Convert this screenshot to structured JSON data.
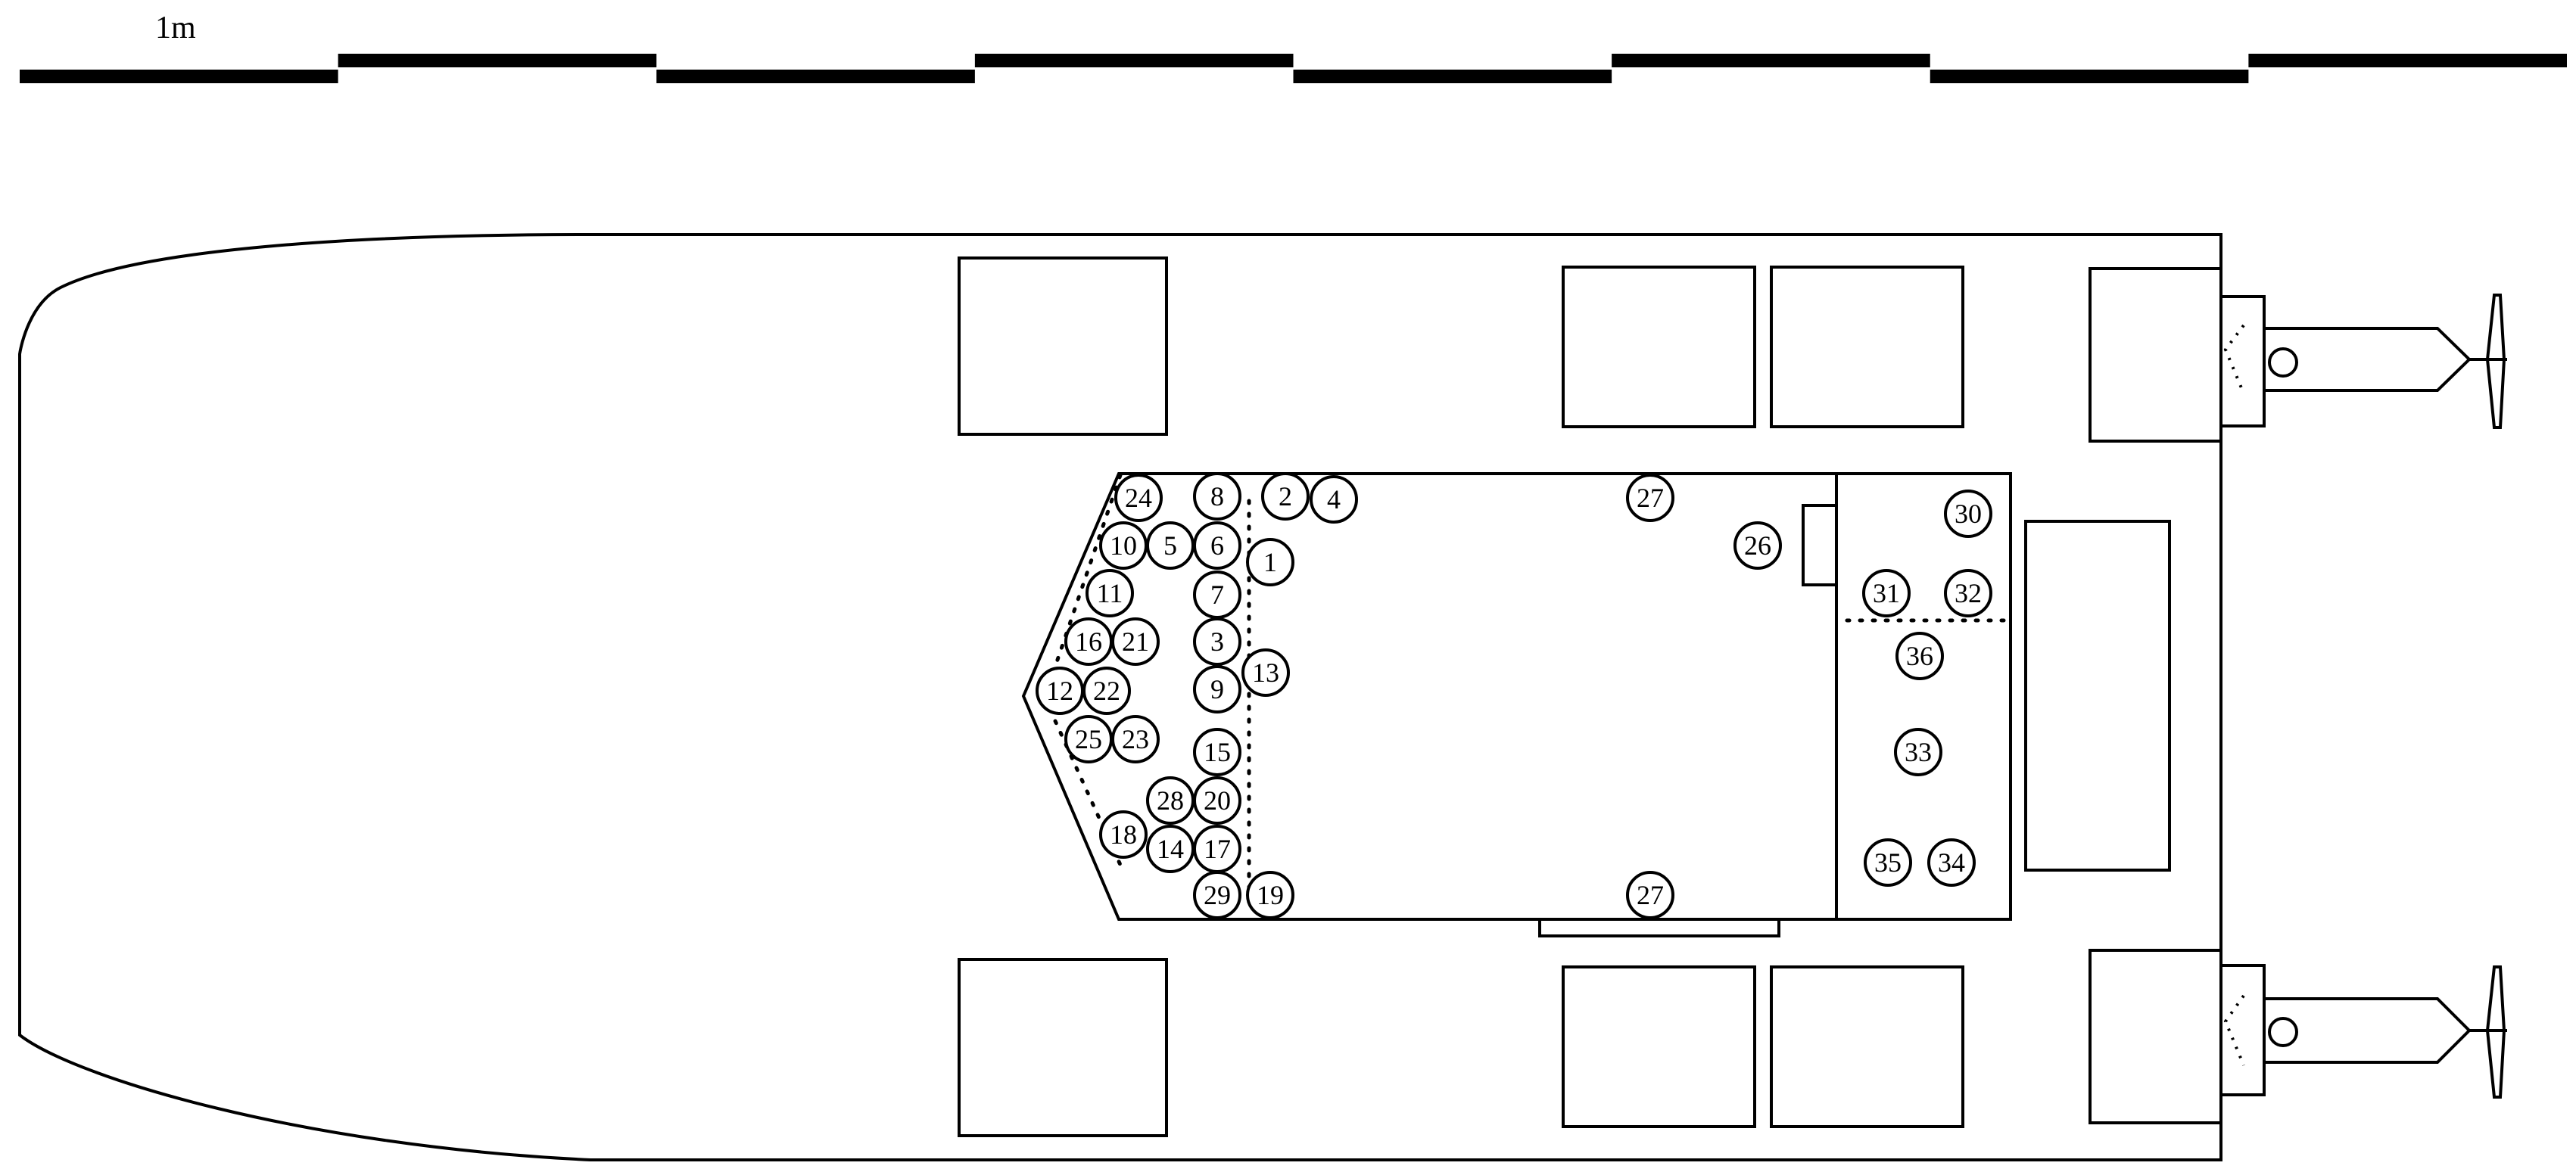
{
  "scale_bar": {
    "label": "1m",
    "segment_count": 8
  },
  "circled_numbers": [
    {
      "id": "24"
    },
    {
      "id": "8"
    },
    {
      "id": "2"
    },
    {
      "id": "4"
    },
    {
      "id": "10"
    },
    {
      "id": "5"
    },
    {
      "id": "6"
    },
    {
      "id": "1"
    },
    {
      "id": "11"
    },
    {
      "id": "7"
    },
    {
      "id": "16"
    },
    {
      "id": "21"
    },
    {
      "id": "3"
    },
    {
      "id": "12"
    },
    {
      "id": "22"
    },
    {
      "id": "9"
    },
    {
      "id": "13"
    },
    {
      "id": "25"
    },
    {
      "id": "23"
    },
    {
      "id": "15"
    },
    {
      "id": "28"
    },
    {
      "id": "20"
    },
    {
      "id": "18"
    },
    {
      "id": "14"
    },
    {
      "id": "17"
    },
    {
      "id": "29"
    },
    {
      "id": "19"
    },
    {
      "id": "27"
    },
    {
      "id": "27"
    },
    {
      "id": "26"
    },
    {
      "id": "30"
    },
    {
      "id": "31"
    },
    {
      "id": "32"
    },
    {
      "id": "36"
    },
    {
      "id": "33"
    },
    {
      "id": "35"
    },
    {
      "id": "34"
    }
  ]
}
